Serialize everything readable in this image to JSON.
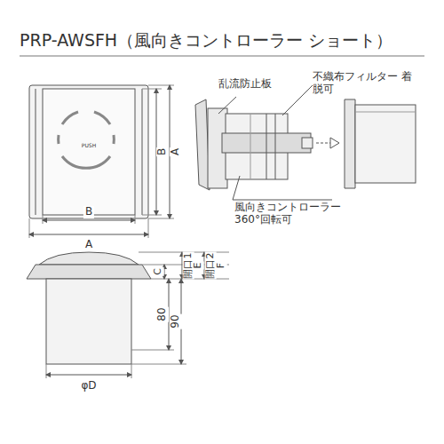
{
  "diagram": {
    "title": "PRP-AWSFH（風向きコントローラー ショート）",
    "labels": [
      "A",
      "B",
      "PUSH",
      "B",
      "A",
      "乱流防止板",
      "不織布フィルター 着脱可",
      "風向きコントローラー 360°回転可",
      "C",
      "開口1",
      "E",
      "開口2",
      "F",
      "80",
      "90",
      "φD"
    ]
  }
}
